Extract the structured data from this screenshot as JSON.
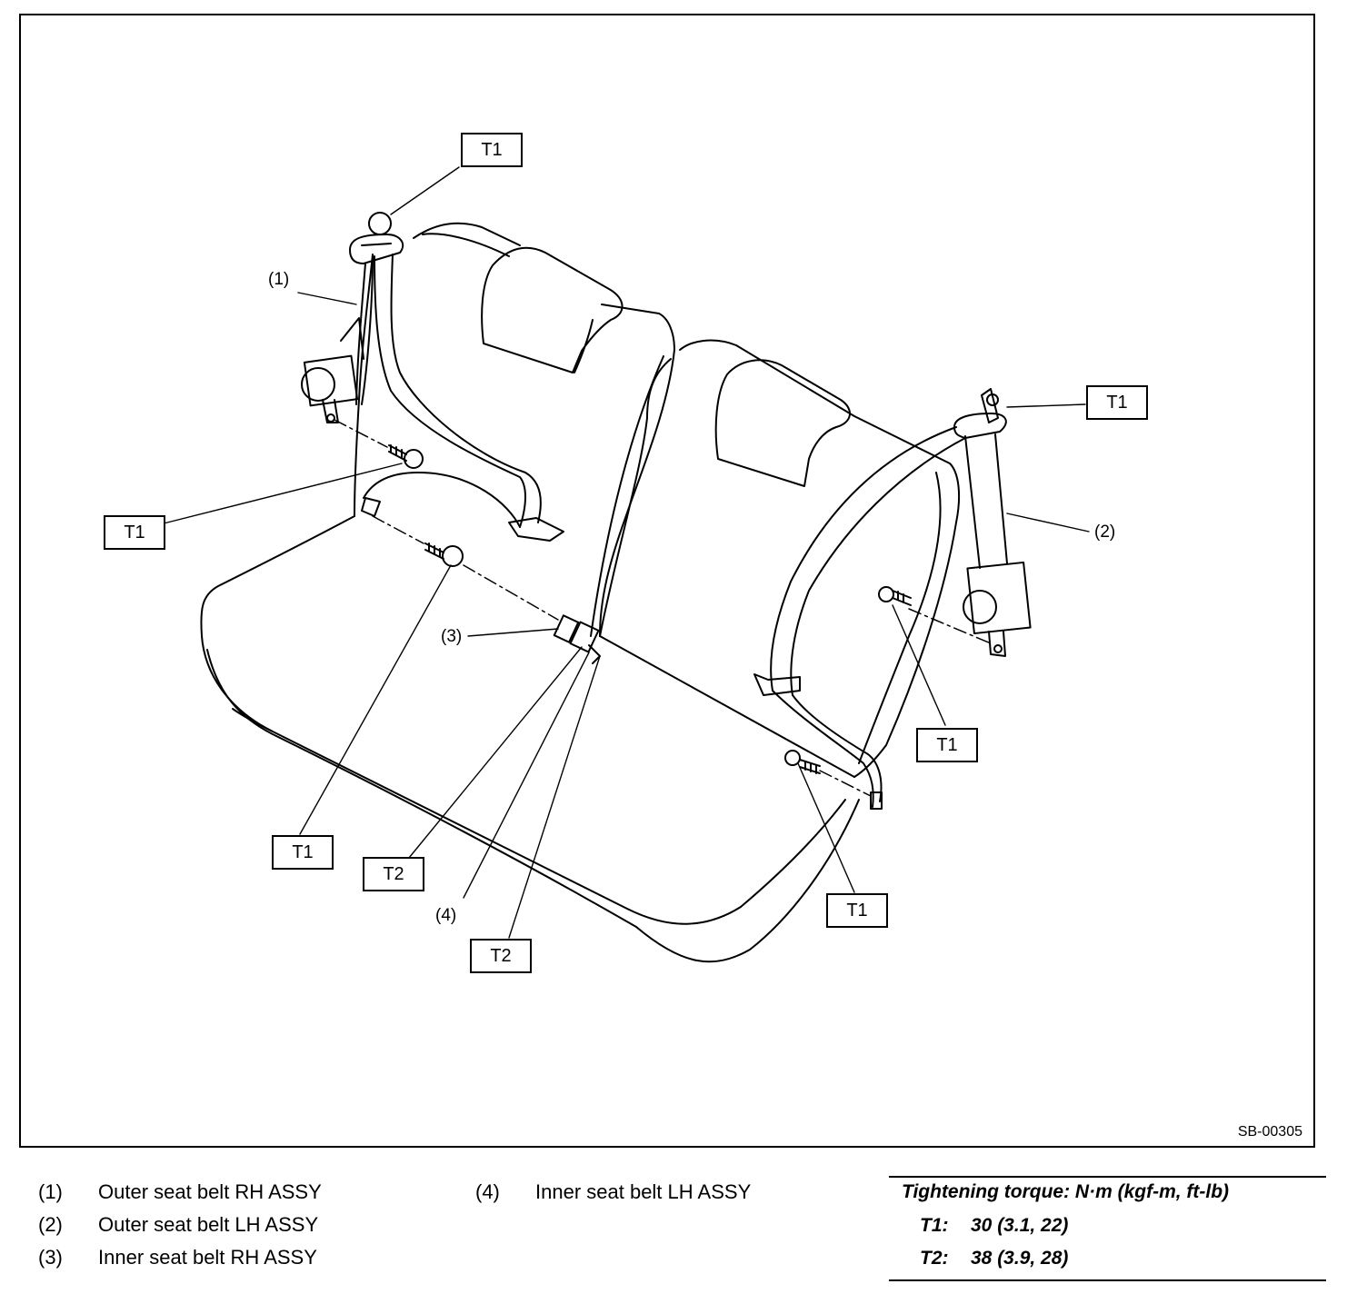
{
  "figure": {
    "figure_id": "SB-00305",
    "torque_callouts": [
      "T1",
      "T1",
      "T1",
      "T1",
      "T1",
      "T1",
      "T2",
      "T2"
    ],
    "reference_callouts": [
      "(1)",
      "(2)",
      "(3)",
      "(4)"
    ]
  },
  "legend": {
    "items": [
      {
        "num": "(1)",
        "label": "Outer seat belt RH ASSY"
      },
      {
        "num": "(2)",
        "label": "Outer seat belt LH ASSY"
      },
      {
        "num": "(3)",
        "label": "Inner seat belt RH ASSY"
      },
      {
        "num": "(4)",
        "label": "Inner seat belt LH ASSY"
      }
    ]
  },
  "torque_table": {
    "title": "Tightening torque: N·m (kgf-m, ft-lb)",
    "rows": [
      {
        "code": "T1:",
        "value": "30 (3.1, 22)"
      },
      {
        "code": "T2:",
        "value": "38 (3.9, 28)"
      }
    ]
  }
}
